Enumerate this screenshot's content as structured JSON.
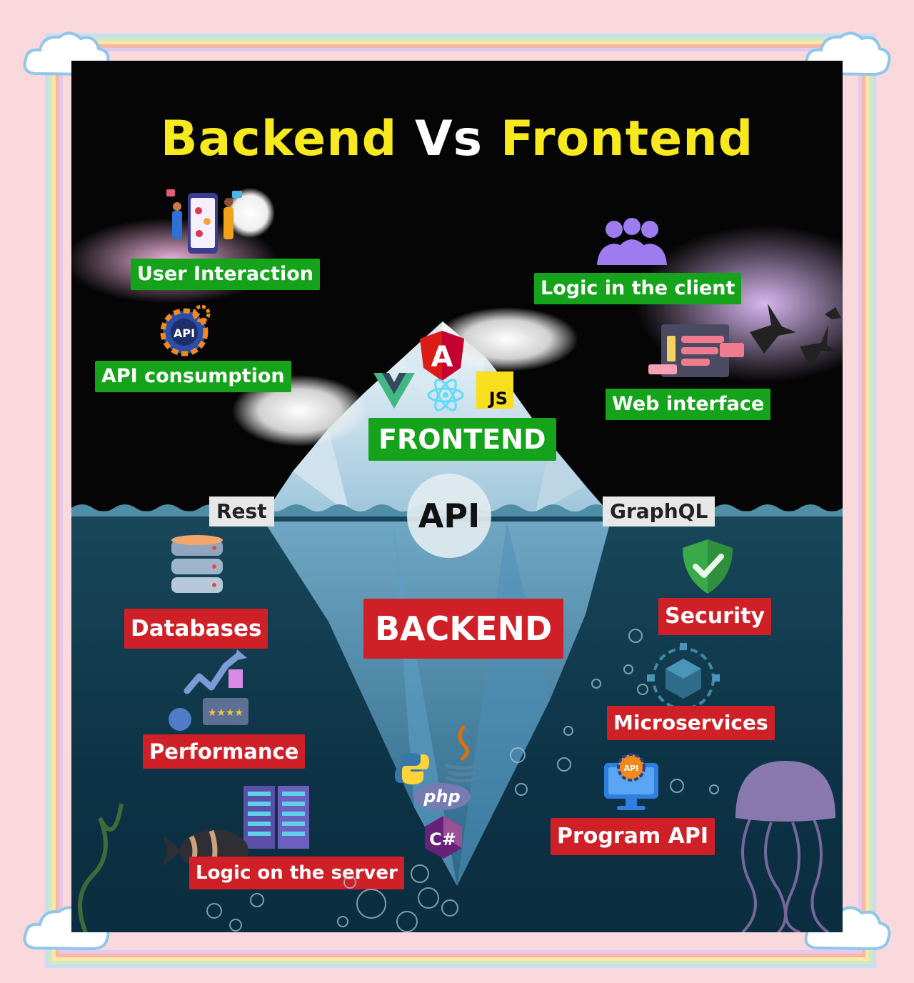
{
  "title": {
    "part1": "Backend",
    "part2": "Vs",
    "part3": "Frontend"
  },
  "frontend_labels": {
    "user_interaction": "User Interaction",
    "api_consumption": "API consumption",
    "logic_client": "Logic in the client",
    "web_interface": "Web interface",
    "frontend": "FRONTEND"
  },
  "connectors": {
    "rest": "Rest",
    "api": "API",
    "graphql": "GraphQL"
  },
  "backend_labels": {
    "databases": "Databases",
    "performance": "Performance",
    "logic_server": "Logic on the server",
    "backend": "BACKEND",
    "security": "Security",
    "microservices": "Microservices",
    "program_api": "Program API"
  },
  "logos": {
    "angular": "A",
    "js": "JS",
    "php": "php",
    "csharp": "C#",
    "api_gear": "API",
    "api_monitor": "API"
  },
  "colors": {
    "title_yellow": "#f7e91d",
    "label_green": "#16a31c",
    "label_red": "#cf1f27",
    "sea": "#0d3346",
    "sky": "#050505"
  },
  "icons": [
    "angular-logo-icon",
    "vue-logo-icon",
    "react-logo-icon",
    "js-logo-icon",
    "python-logo-icon",
    "java-logo-icon",
    "php-logo-icon",
    "csharp-logo-icon",
    "users-group-icon",
    "shield-check-icon",
    "database-icon",
    "server-icon",
    "api-gear-icon",
    "growth-chart-icon",
    "microservices-cube-icon",
    "api-monitor-icon",
    "jellyfish-icon",
    "fish-icon",
    "bird-icon"
  ]
}
